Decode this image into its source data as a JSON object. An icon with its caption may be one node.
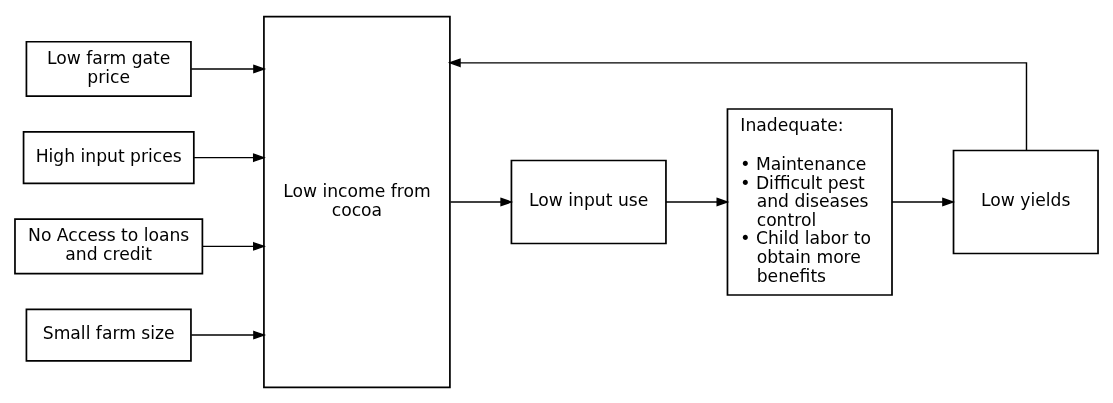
{
  "diagram": {
    "nodes": [
      {
        "text": [
          "Low farm gate price"
        ]
      },
      {
        "text": [
          "High input prices"
        ]
      },
      {
        "text": [
          "No Access to loans and credit"
        ]
      },
      {
        "text": [
          "Small farm size"
        ]
      },
      {
        "text": [
          "Low income from cocoa"
        ]
      },
      {
        "text": [
          "Low input use"
        ]
      },
      {
        "text": [
          "Inadequate:",
          "• Maintenance",
          "• Difficult pest and diseases control",
          "• Child labor to obtain more benefits"
        ]
      },
      {
        "text": [
          "Low yields"
        ]
      }
    ],
    "edges": [
      {
        "from": 0,
        "to": 4,
        "arrow": "to"
      },
      {
        "from": 1,
        "to": 4,
        "arrow": "to"
      },
      {
        "from": 2,
        "to": 4,
        "arrow": "to"
      },
      {
        "from": 3,
        "to": 4,
        "arrow": "to"
      },
      {
        "from": 4,
        "to": 5,
        "arrow": "to"
      },
      {
        "from": 5,
        "to": 6,
        "arrow": "to"
      },
      {
        "from": 6,
        "to": 7,
        "arrow": "to"
      },
      {
        "from": 7,
        "to": 4,
        "arrow": "to"
      }
    ]
  }
}
